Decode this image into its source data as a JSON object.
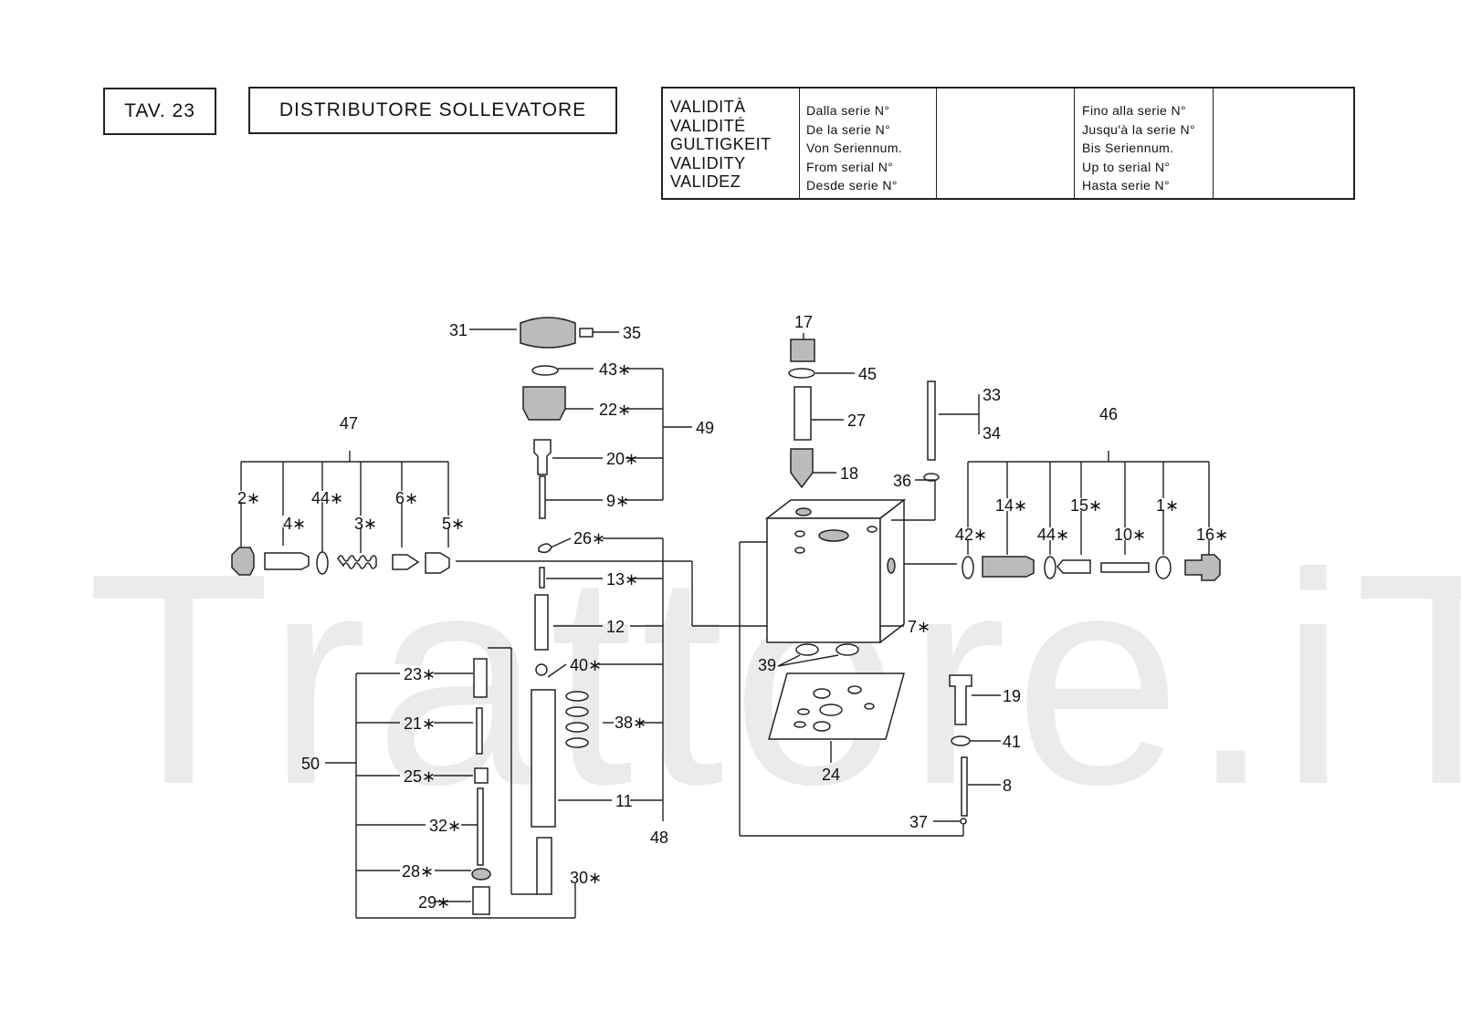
{
  "header": {
    "table_number": "TAV. 23",
    "title": "DISTRIBUTORE SOLLEVATORE"
  },
  "validity": {
    "languages": [
      "VALIDITÀ",
      "VALIDITÉ",
      "GULTIGKEIT",
      "VALIDITY",
      "VALIDEZ"
    ],
    "from_labels": [
      "Dalla serie N°",
      "De la serie N°",
      "Von Seriennum.",
      "From serial N°",
      "Desde serie N°"
    ],
    "to_labels": [
      "Fino alla serie N°",
      "Jusqu'à la serie N°",
      "Bis Seriennum.",
      "Up to serial N°",
      "Hasta serie N°"
    ]
  },
  "watermark": "Trattore.iT",
  "part_labels": {
    "p31": "31",
    "p35": "35",
    "p43": "43∗",
    "p22": "22∗",
    "p49": "49",
    "p20": "20∗",
    "p9": "9∗",
    "p47": "47",
    "p2": "2∗",
    "p4": "4∗",
    "p44a": "44∗",
    "p3": "3∗",
    "p6": "6∗",
    "p5": "5∗",
    "p26": "26∗",
    "p13": "13∗",
    "p12": "12",
    "p40": "40∗",
    "p38": "38∗",
    "p11": "11",
    "p48": "48",
    "p23": "23∗",
    "p21": "21∗",
    "p50": "50",
    "p25": "25∗",
    "p32": "32∗",
    "p28": "28∗",
    "p29": "29∗",
    "p30": "30∗",
    "p17": "17",
    "p45": "45",
    "p27": "27",
    "p18": "18",
    "p33": "33",
    "p34": "34",
    "p36": "36",
    "p46": "46",
    "p42": "42∗",
    "p14": "14∗",
    "p44b": "44∗",
    "p15": "15∗",
    "p10": "10∗",
    "p1": "1∗",
    "p16": "16∗",
    "p7": "7∗",
    "p39": "39",
    "p24": "24",
    "p19": "19",
    "p41": "41",
    "p8": "8",
    "p37": "37"
  }
}
